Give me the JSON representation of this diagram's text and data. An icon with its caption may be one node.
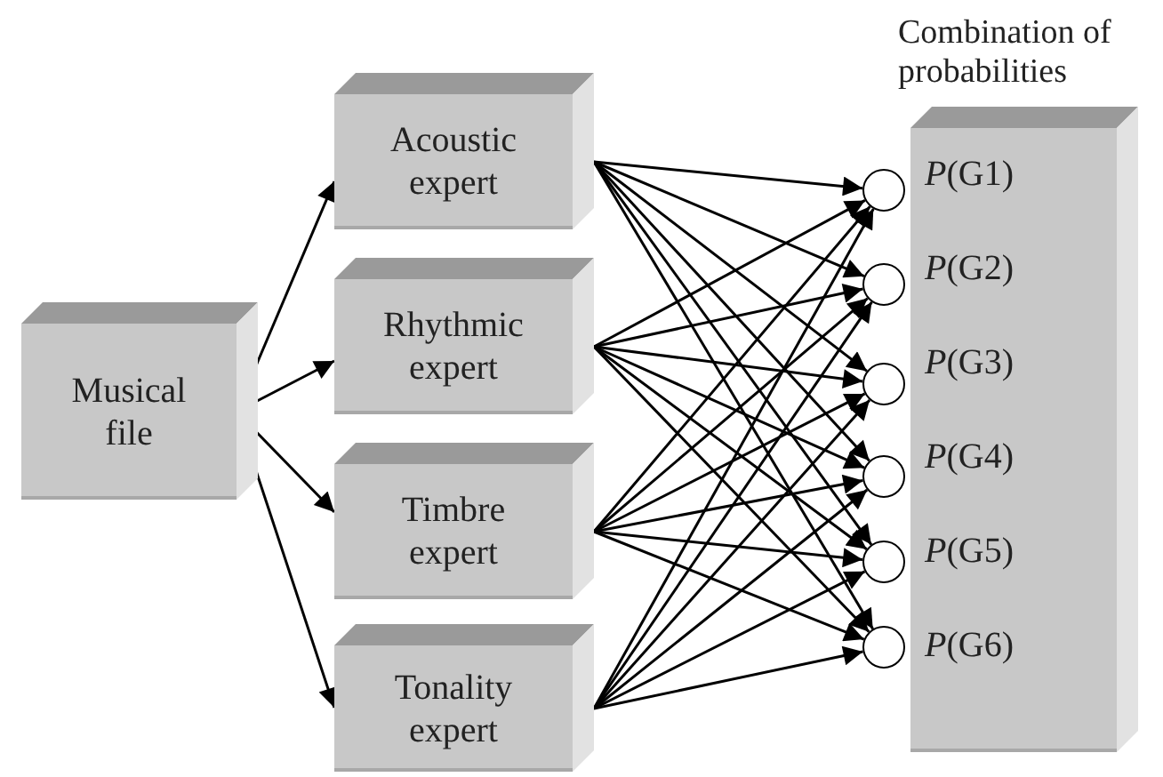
{
  "diagram": {
    "nodes": [
      {
        "text": [
          "Musical file"
        ]
      },
      {
        "text": [
          "Acoustic expert"
        ]
      },
      {
        "text": [
          "Rhythmic expert"
        ]
      },
      {
        "text": [
          "Timbre expert"
        ]
      },
      {
        "text": [
          "Tonality expert"
        ]
      },
      {
        "text": [],
        "shape": "circle"
      },
      {
        "text": [],
        "shape": "circle"
      },
      {
        "text": [],
        "shape": "circle"
      },
      {
        "text": [],
        "shape": "circle"
      },
      {
        "text": [],
        "shape": "circle"
      },
      {
        "text": [],
        "shape": "circle"
      },
      {
        "text": [
          "*P*(G1)",
          "*P*(G2)",
          "*P*(G3)",
          "*P*(G4)",
          "*P*(G5)",
          "*P*(G6)"
        ]
      }
    ],
    "edges": [
      {
        "from": 0,
        "to": 1,
        "arrow": "to"
      },
      {
        "from": 0,
        "to": 2,
        "arrow": "to"
      },
      {
        "from": 0,
        "to": 3,
        "arrow": "to"
      },
      {
        "from": 0,
        "to": 4,
        "arrow": "to"
      },
      {
        "from": 1,
        "to": 5,
        "arrow": "to"
      },
      {
        "from": 1,
        "to": 6,
        "arrow": "to"
      },
      {
        "from": 1,
        "to": 7,
        "arrow": "to"
      },
      {
        "from": 1,
        "to": 8,
        "arrow": "to"
      },
      {
        "from": 1,
        "to": 9,
        "arrow": "to"
      },
      {
        "from": 1,
        "to": 10,
        "arrow": "to"
      },
      {
        "from": 2,
        "to": 5,
        "arrow": "to"
      },
      {
        "from": 2,
        "to": 6,
        "arrow": "to"
      },
      {
        "from": 2,
        "to": 7,
        "arrow": "to"
      },
      {
        "from": 2,
        "to": 8,
        "arrow": "to"
      },
      {
        "from": 2,
        "to": 9,
        "arrow": "to"
      },
      {
        "from": 2,
        "to": 10,
        "arrow": "to"
      },
      {
        "from": 3,
        "to": 5,
        "arrow": "to"
      },
      {
        "from": 3,
        "to": 6,
        "arrow": "to"
      },
      {
        "from": 3,
        "to": 7,
        "arrow": "to"
      },
      {
        "from": 3,
        "to": 8,
        "arrow": "to"
      },
      {
        "from": 3,
        "to": 9,
        "arrow": "to"
      },
      {
        "from": 3,
        "to": 10,
        "arrow": "to"
      },
      {
        "from": 4,
        "to": 5,
        "arrow": "to"
      },
      {
        "from": 4,
        "to": 6,
        "arrow": "to"
      },
      {
        "from": 4,
        "to": 7,
        "arrow": "to"
      },
      {
        "from": 4,
        "to": 8,
        "arrow": "to"
      },
      {
        "from": 4,
        "to": 9,
        "arrow": "to"
      },
      {
        "from": 4,
        "to": 10,
        "arrow": "to"
      }
    ],
    "labels": [
      "Combination of probabilities"
    ]
  }
}
